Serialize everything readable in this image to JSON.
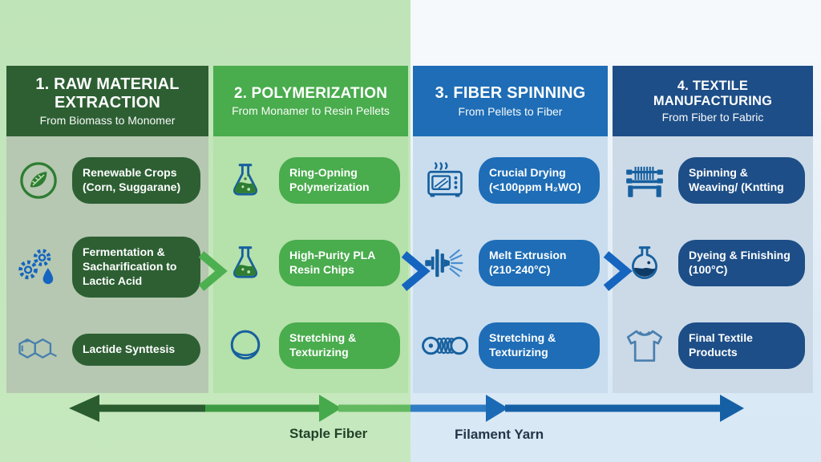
{
  "page": {
    "type": "process-infographic",
    "topic": "PLA fiber production flow"
  },
  "colors": {
    "col1_theme": "#2d5f33",
    "col1_panel": "#b6c8b1",
    "col2_theme": "#49ac4d",
    "col2_panel": "#b5e1aa",
    "col3_theme": "#1e6db6",
    "col3_panel": "#c9ddee",
    "col4_theme": "#1d4e87",
    "col4_panel": "#ccdae8",
    "bg_left": "#c2e5ba",
    "bg_right": "#e3eff8",
    "chevron_green": "#4caf50",
    "chevron_blue": "#1565c0"
  },
  "columns": [
    {
      "title": "1. RAW MATERIAL EXTRACTION",
      "subtitle": "From Biomass to Monomer",
      "items": [
        {
          "icon": "leaf-circle-icon",
          "label": "Renewable Crops (Corn, Suggarane)"
        },
        {
          "icon": "gears-droplet-icon",
          "label": "Fermentation & Sacharification to Lactic Acid"
        },
        {
          "icon": "molecule-icon",
          "label": "Lactide Synttesis"
        }
      ]
    },
    {
      "title": "2. POLYMERIZATION",
      "subtitle": "From Monamer to Resin Pellets",
      "items": [
        {
          "icon": "erlenmeyer-flask-icon",
          "label": "Ring-Opning Polymerization"
        },
        {
          "icon": "erlenmeyer-flask-icon",
          "label": "High-Purity PLA Resin Chips"
        },
        {
          "icon": "sphere-icon",
          "label": "Stretching & Texturizing"
        }
      ]
    },
    {
      "title": "3. FIBER SPINNING",
      "subtitle": "From Pellets to Fiber",
      "items": [
        {
          "icon": "drying-oven-icon",
          "label": "Crucial Drying (<100ppm H₂WO)"
        },
        {
          "icon": "melt-extruder-icon",
          "label": "Melt Extrusion (210-240°C)"
        },
        {
          "icon": "yarn-spool-icon",
          "label": "Stretching & Texturizing"
        }
      ]
    },
    {
      "title": "4. TEXTILE MANUFACTURING",
      "subtitle": "From Fiber to Fabric",
      "items": [
        {
          "icon": "loom-icon",
          "label": "Spinning & Weaving/ (Kntting"
        },
        {
          "icon": "round-flask-icon",
          "label": "Dyeing & Finishing (100°C)"
        },
        {
          "icon": "tshirt-icon",
          "label": "Final Textile Products"
        }
      ]
    }
  ],
  "flow_arrow": {
    "staple_fiber_label": "Staple Fiber",
    "filament_yarn_label": "Filament Yarn",
    "green_dark": "#2a5c30",
    "green_mid": "#3d9c43",
    "green_light": "#63b95f",
    "blue_mid": "#2e7cc4",
    "blue_dark": "#1560a5"
  }
}
